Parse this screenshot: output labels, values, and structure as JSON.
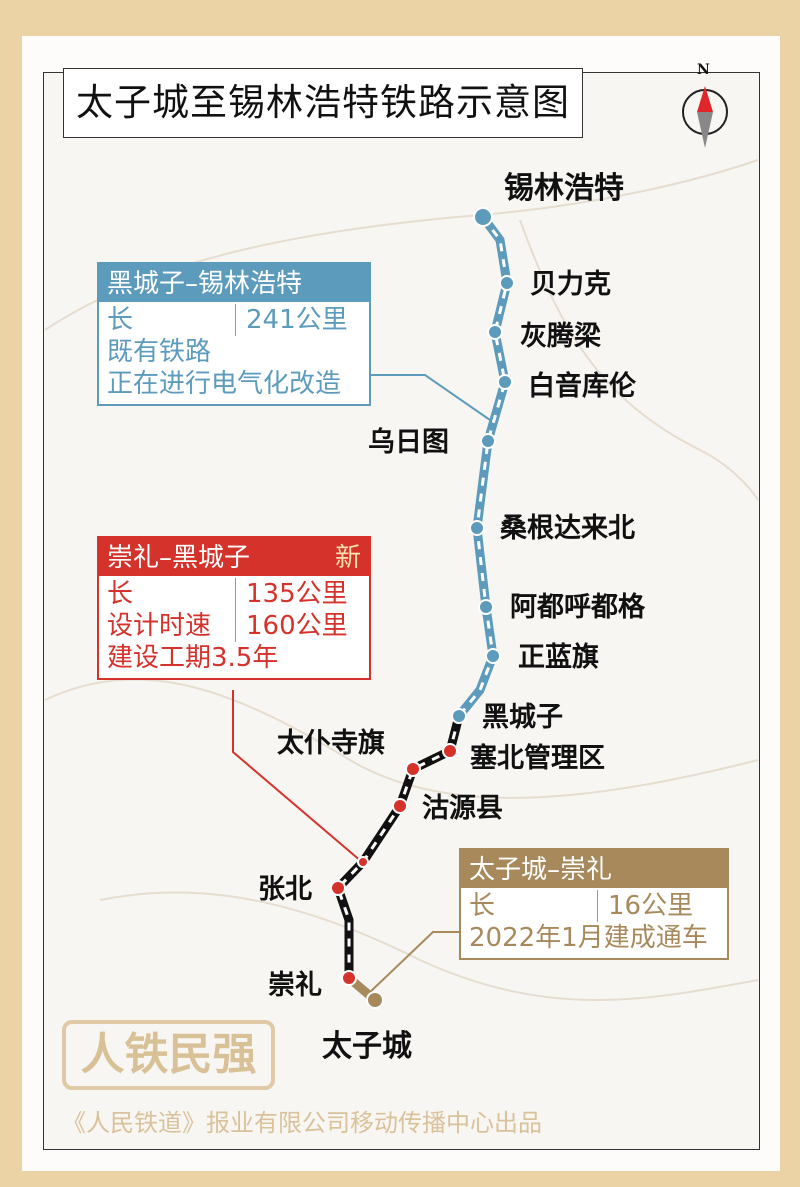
{
  "title": "太子城至锡林浩特铁路示意图",
  "compass": {
    "label": "N",
    "icon": "compass-north-icon"
  },
  "colors": {
    "existing": "#5d9bbc",
    "new": "#d5322b",
    "opened": "#a8895c",
    "frame": "#ecd3a6"
  },
  "stations": [
    {
      "name": "锡林浩特",
      "segment": "existing"
    },
    {
      "name": "贝力克",
      "segment": "existing"
    },
    {
      "name": "灰腾梁",
      "segment": "existing"
    },
    {
      "name": "白音库伦",
      "segment": "existing"
    },
    {
      "name": "乌日图",
      "segment": "existing"
    },
    {
      "name": "桑根达来北",
      "segment": "existing"
    },
    {
      "name": "阿都呼都格",
      "segment": "existing"
    },
    {
      "name": "正蓝旗",
      "segment": "existing"
    },
    {
      "name": "黑城子",
      "segment": "existing"
    },
    {
      "name": "塞北管理区",
      "segment": "new"
    },
    {
      "name": "太仆寺旗",
      "segment": "new"
    },
    {
      "name": "沽源县",
      "segment": "new"
    },
    {
      "name": "张北",
      "segment": "new"
    },
    {
      "name": "崇礼",
      "segment": "new"
    },
    {
      "name": "太子城",
      "segment": "opened"
    }
  ],
  "segments": {
    "existing": {
      "title": "黑城子–锡林浩特",
      "length_label": "长",
      "length": "241公里",
      "note1": "既有铁路",
      "note2": "正在进行电气化改造"
    },
    "new": {
      "title": "崇礼–黑城子",
      "badge": "新",
      "length_label": "长",
      "length": "135公里",
      "speed_label": "设计时速",
      "speed": "160公里",
      "note": "建设工期3.5年"
    },
    "opened": {
      "title": "太子城–崇礼",
      "length_label": "长",
      "length": "16公里",
      "note": "2022年1月建成通车"
    }
  },
  "logo": "人铁民强",
  "footer": "《人民铁道》报业有限公司移动传播中心出品"
}
